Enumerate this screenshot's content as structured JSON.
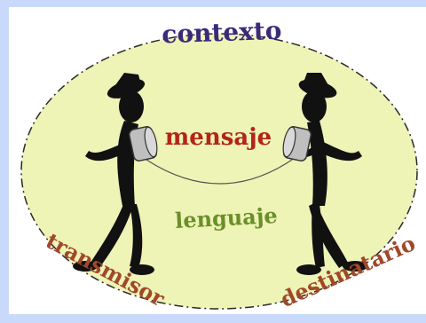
{
  "labels": {
    "context": "contexto",
    "message": "mensaje",
    "language": "lenguaje",
    "sender": "transmisor",
    "receiver": "destinatario"
  },
  "colors": {
    "page_background": "#c9d9fb",
    "ellipse_fill": "#eef3b6",
    "context": "#3b2a78",
    "message": "#b3241b",
    "language": "#6a8f2a",
    "sender": "#a0482a",
    "receiver": "#a0482a",
    "figure": "#111111",
    "can": "#bfbfbf"
  },
  "icons": [
    "sender-figure-icon",
    "receiver-figure-icon",
    "tin-can-phone-icon"
  ]
}
